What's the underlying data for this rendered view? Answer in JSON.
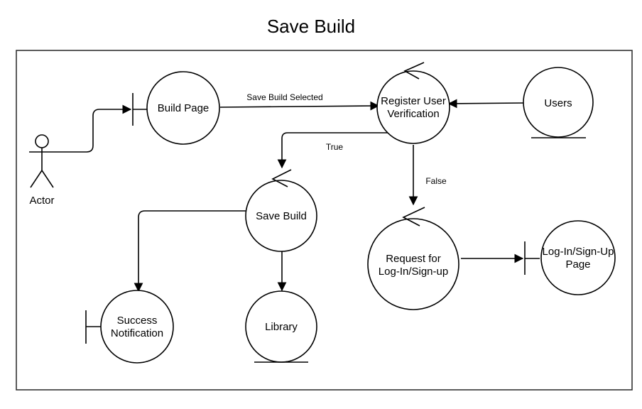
{
  "title": "Save Build",
  "nodes": {
    "actor": "Actor",
    "build_page": "Build Page",
    "register_line1": "Register User",
    "register_line2": "Verification",
    "users": "Users",
    "save_build": "Save Build",
    "request_line1": "Request for",
    "request_line2": "Log-In/Sign-up",
    "login_line1": "Log-In/Sign-Up",
    "login_line2": "Page",
    "success_line1": "Success",
    "success_line2": "Notification",
    "library": "Library"
  },
  "edges": {
    "save_build_selected": "Save Build Selected",
    "true_label": "True",
    "false_label": "False"
  },
  "colors": {
    "stroke": "#000000",
    "background": "#ffffff"
  }
}
